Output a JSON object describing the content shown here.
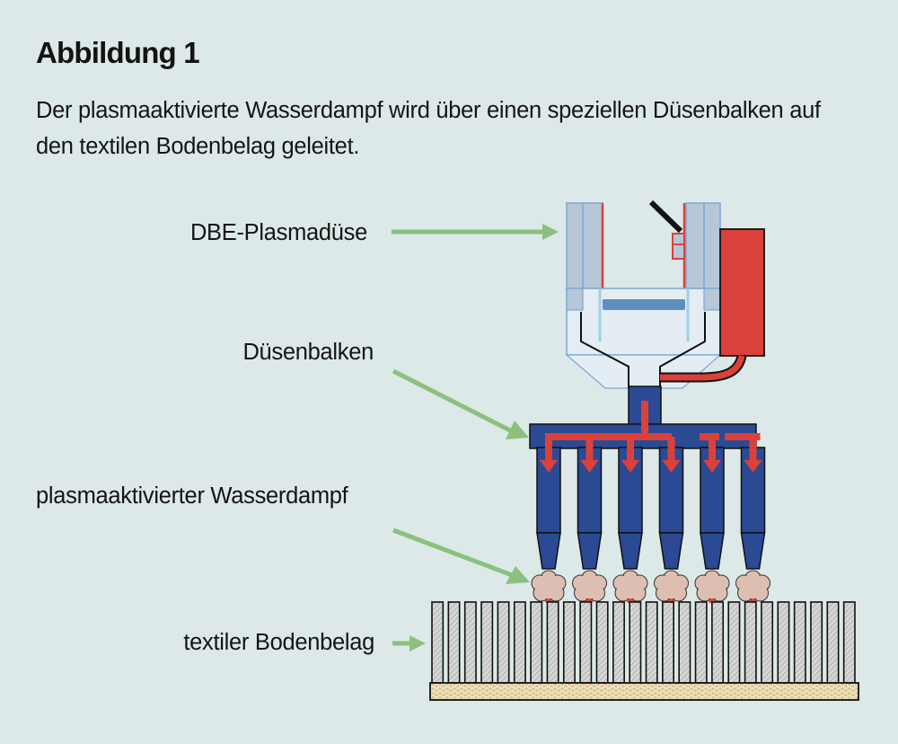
{
  "figure": {
    "title": "Abbildung 1",
    "caption": "Der plasmaaktivierte Wasserdampf wird über einen speziellen Düsenbalken auf den textilen Bodenbelag geleitet."
  },
  "labels": {
    "plasma_nozzle": "DBE-Plasmadüse",
    "nozzle_beam": "Düsenbalken",
    "steam": "plasmaaktivierter Wasserdampf",
    "carpet": "textiler Bodenbelag"
  },
  "diagram": {
    "nozzle_count": 6,
    "steam_cloud_count": 6,
    "carpet_fiber_count": 26,
    "colors": {
      "background": "#dce9e8",
      "arrow_green": "#8cc07e",
      "beam_blue": "#2b4a94",
      "flow_red": "#d9413a",
      "housing_light_blue": "#b7c7d8",
      "housing_outline": "#7ea6d3",
      "steam_cloud": "#dcbfb0",
      "carpet_backing": "#f0e4b6",
      "carpet_fiber": "#cfcfcf"
    }
  }
}
